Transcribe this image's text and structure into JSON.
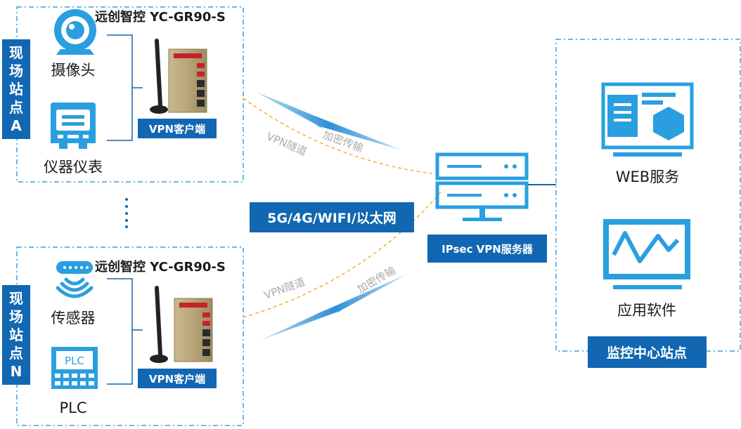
{
  "site_a": {
    "tag_lines": [
      "现",
      "场",
      "站",
      "点",
      "A"
    ],
    "router_title": "远创智控 YC-GR90-S",
    "device1_label": "摄像头",
    "device2_label": "仪器仪表",
    "vpn_client_label": "VPN客户端"
  },
  "site_n": {
    "tag_lines": [
      "现",
      "场",
      "站",
      "点",
      "N"
    ],
    "router_title": "远创智控 YC-GR90-S",
    "device1_label": "传感器",
    "device2_label": "PLC",
    "vpn_client_label": "VPN客户端",
    "plc_screen_text": "PLC"
  },
  "network": {
    "label": "5G/4G/WIFI/以太网",
    "tunnel_a_label": "VPN隧道",
    "encrypt_a_label": "加密传输",
    "tunnel_n_label": "VPN隧道",
    "encrypt_n_label": "加密传输"
  },
  "server": {
    "label": "IPsec VPN服务器"
  },
  "monitor_center": {
    "label": "监控中心站点",
    "web_label": "WEB服务",
    "app_label": "应用软件"
  },
  "colors": {
    "accent_blue": "#2a9fe0",
    "dark_blue": "#1167b1",
    "dashed_border": "#3aa3d8",
    "tunnel_line": "#f2b233"
  },
  "icons": [
    "camera-icon",
    "meter-icon",
    "sensor-icon",
    "plc-icon",
    "router-icon",
    "server-icon",
    "web-monitor-icon",
    "app-monitor-icon"
  ]
}
